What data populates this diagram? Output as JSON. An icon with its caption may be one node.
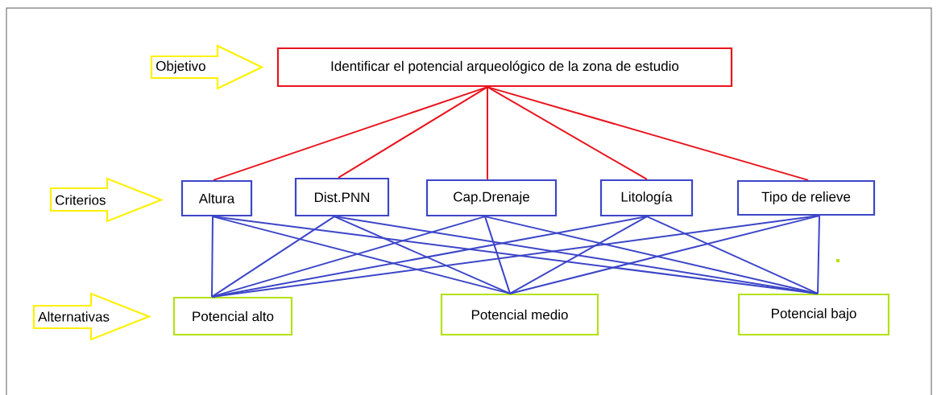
{
  "diagram": {
    "nodes": [
      {
        "text": [
          "Objetivo"
        ]
      },
      {
        "text": [
          "Identificar el potencial arqueológico de la zona de estudio"
        ]
      },
      {
        "text": [
          "Criterios"
        ]
      },
      {
        "text": [
          "Altura"
        ]
      },
      {
        "text": [
          "Dist.PNN"
        ]
      },
      {
        "text": [
          "Cap.Drenaje"
        ]
      },
      {
        "text": [
          "Litología"
        ]
      },
      {
        "text": [
          "Tipo de relieve"
        ]
      },
      {
        "text": [
          "Alternativas"
        ]
      },
      {
        "text": [
          "Potencial alto"
        ]
      },
      {
        "text": [
          "Potencial medio"
        ]
      },
      {
        "text": [
          "Potencial bajo"
        ]
      }
    ],
    "edges": [
      {
        "from": 1,
        "to": 3,
        "arrow": "none",
        "color": "#e8141e"
      },
      {
        "from": 1,
        "to": 4,
        "arrow": "none",
        "color": "#e8141e"
      },
      {
        "from": 1,
        "to": 5,
        "arrow": "none",
        "color": "#e8141e"
      },
      {
        "from": 1,
        "to": 6,
        "arrow": "none",
        "color": "#e8141e"
      },
      {
        "from": 1,
        "to": 7,
        "arrow": "none",
        "color": "#e8141e"
      },
      {
        "from": 3,
        "to": 9,
        "arrow": "none"
      },
      {
        "from": 3,
        "to": 10,
        "arrow": "none"
      },
      {
        "from": 3,
        "to": 11,
        "arrow": "none"
      },
      {
        "from": 4,
        "to": 9,
        "arrow": "none"
      },
      {
        "from": 4,
        "to": 10,
        "arrow": "none"
      },
      {
        "from": 4,
        "to": 11,
        "arrow": "none"
      },
      {
        "from": 5,
        "to": 9,
        "arrow": "none"
      },
      {
        "from": 5,
        "to": 10,
        "arrow": "none"
      },
      {
        "from": 5,
        "to": 11,
        "arrow": "none"
      },
      {
        "from": 6,
        "to": 9,
        "arrow": "none"
      },
      {
        "from": 6,
        "to": 10,
        "arrow": "none"
      },
      {
        "from": 6,
        "to": 11,
        "arrow": "none"
      },
      {
        "from": 7,
        "to": 9,
        "arrow": "none"
      },
      {
        "from": 7,
        "to": 10,
        "arrow": "none"
      },
      {
        "from": 7,
        "to": 11,
        "arrow": "none"
      }
    ]
  }
}
